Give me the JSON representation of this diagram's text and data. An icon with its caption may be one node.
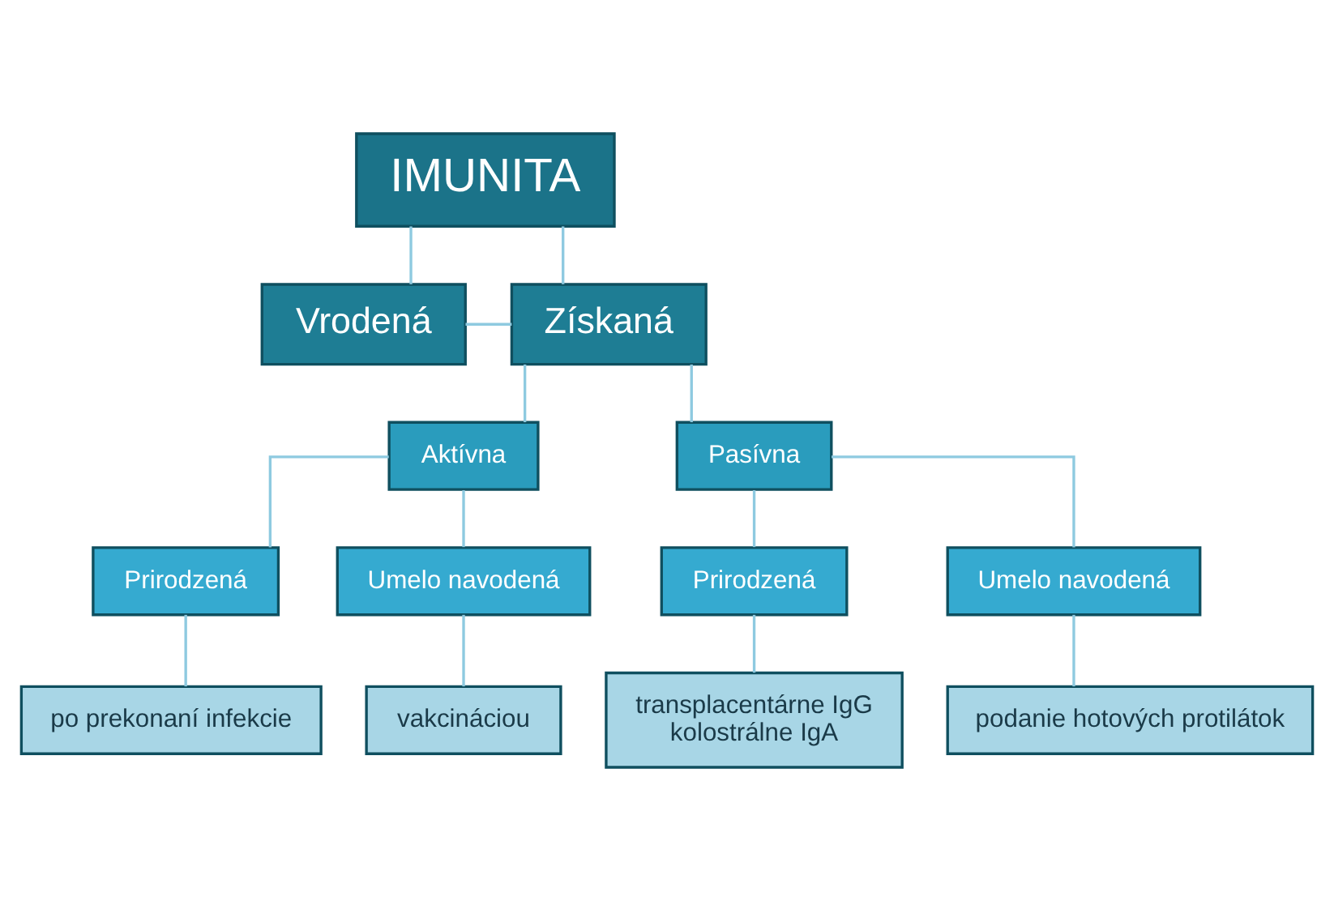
{
  "diagram": {
    "nodes": [
      {
        "text": [
          "IMUNITA"
        ]
      },
      {
        "text": [
          "Vrodená"
        ]
      },
      {
        "text": [
          "Získaná"
        ]
      },
      {
        "text": [
          "Aktívna"
        ]
      },
      {
        "text": [
          "Pasívna"
        ]
      },
      {
        "text": [
          "Prirodzená"
        ]
      },
      {
        "text": [
          "Umelo navodená"
        ]
      },
      {
        "text": [
          "Prirodzená"
        ]
      },
      {
        "text": [
          "Umelo navodená"
        ]
      },
      {
        "text": [
          "po prekonaní infekcie"
        ]
      },
      {
        "text": [
          "vakcináciou"
        ]
      },
      {
        "text": [
          "transplacentárne IgG",
          "kolostrálne IgA"
        ]
      },
      {
        "text": [
          "podanie hotových protilátok"
        ]
      }
    ],
    "edges": [
      {
        "from": 0,
        "to": 1,
        "arrow": "none"
      },
      {
        "from": 0,
        "to": 2,
        "arrow": "none"
      },
      {
        "from": 1,
        "to": 2,
        "arrow": "none"
      },
      {
        "from": 2,
        "to": 3,
        "arrow": "none"
      },
      {
        "from": 2,
        "to": 4,
        "arrow": "none"
      },
      {
        "from": 3,
        "to": 5,
        "arrow": "none"
      },
      {
        "from": 3,
        "to": 6,
        "arrow": "none"
      },
      {
        "from": 4,
        "to": 7,
        "arrow": "none"
      },
      {
        "from": 4,
        "to": 8,
        "arrow": "none"
      },
      {
        "from": 5,
        "to": 9,
        "arrow": "none"
      },
      {
        "from": 6,
        "to": 10,
        "arrow": "none"
      },
      {
        "from": 7,
        "to": 11,
        "arrow": "none"
      },
      {
        "from": 8,
        "to": 12,
        "arrow": "none"
      }
    ]
  }
}
